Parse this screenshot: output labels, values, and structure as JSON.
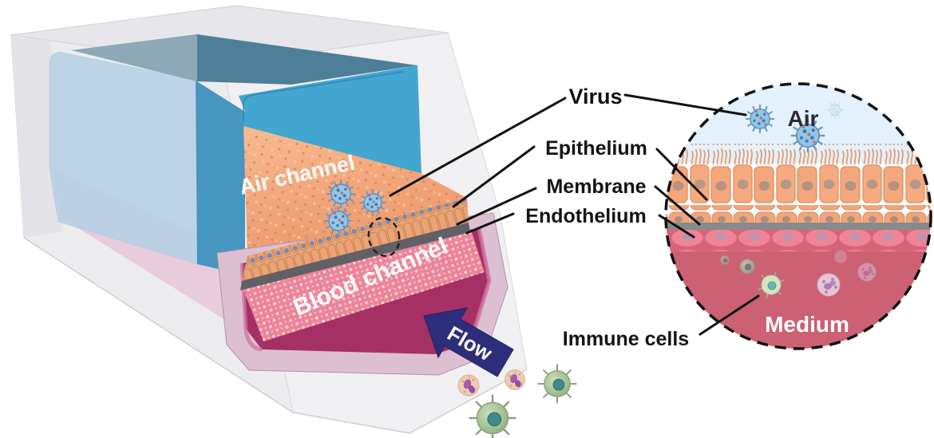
{
  "device": {
    "air_channel": "Air channel",
    "blood_channel": "Blood channel",
    "flow": "Flow"
  },
  "labels": {
    "virus": "Virus",
    "epithelium": "Epithelium",
    "membrane": "Membrane",
    "endothelium": "Endothelium",
    "immune_cells": "Immune cells"
  },
  "inset": {
    "air": "Air",
    "medium": "Medium"
  },
  "colors": {
    "air_channel_front_blue": "#42a6d1",
    "channel_top_steel_blue": "#4d7f99",
    "channel_side_pale_blue": "#b6d1e4",
    "epithelium_orange": "#ef9e73",
    "blood_channel_magenta": "#a53063",
    "slab_pink": "#e8c7d8",
    "membrane_gray": "#8a8a8d",
    "medium_rose": "#cb6173",
    "inset_air_blue": "#e2f1fb",
    "flow_arrow_navy": "#2c2e7b",
    "virus_blue": "#93c6e6",
    "immune_cell_green": "#a8c498",
    "label_black": "#141414"
  }
}
